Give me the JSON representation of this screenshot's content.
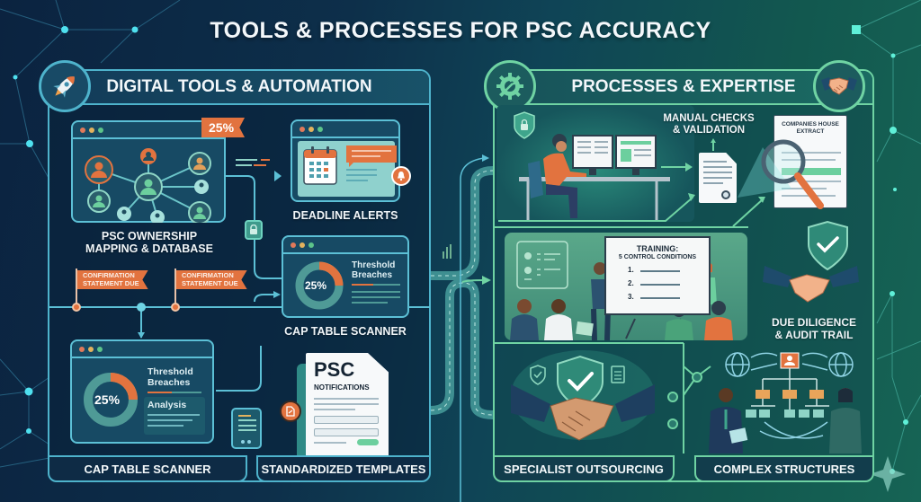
{
  "title": "TOOLS & PROCESSES FOR PSC ACCURACY",
  "colors": {
    "background_left": "#0b2340",
    "background_right": "#166455",
    "left_accent": "#4eb3cc",
    "right_accent": "#6fd3a3",
    "orange": "#e2733f"
  },
  "left_panel": {
    "heading": "DIGITAL TOOLS & AUTOMATION",
    "icon": "rocket-icon",
    "ownership": {
      "percent_flag": "25%",
      "caption_line1": "PSC OWNERSHIP",
      "caption_line2": "MAPPING & DATABASE"
    },
    "deadline": {
      "caption": "DEADLINE ALERTS"
    },
    "flags": [
      {
        "line1": "CONFIRMATION",
        "line2": "STATEMENT DUE"
      },
      {
        "line1": "CONFIRMATION",
        "line2": "STATEMENT DUE"
      }
    ],
    "cap_table_top": {
      "percent": "25%",
      "label_line1": "Threshold",
      "label_line2": "Breaches",
      "caption": "CAP TABLE SCANNER"
    },
    "cap_table_bottom": {
      "percent": "25%",
      "label_line1": "Threshold",
      "label_line2": "Breaches",
      "analysis": "Analysis"
    },
    "templates": {
      "doc_title": "PSC",
      "doc_subtitle": "NOTIFICATIONS"
    },
    "footer": {
      "cap_table": "CAP TABLE SCANNER",
      "templates": "STANDARDIZED TEMPLATES"
    }
  },
  "right_panel": {
    "heading": "PROCESSES & EXPERTISE",
    "icon_left": "gear-wrench-icon",
    "icon_right": "handshake-icon",
    "manual": {
      "caption_line1": "MANUAL CHECKS",
      "caption_line2": "& VALIDATION",
      "extract_line1": "COMPANIES HOUSE",
      "extract_line2": "EXTRACT"
    },
    "training": {
      "title": "TRAINING:",
      "subtitle": "5 CONTROL CONDITIONS",
      "items": [
        "1.",
        "2.",
        "3."
      ]
    },
    "due_diligence": {
      "caption_line1": "DUE DILIGENCE",
      "caption_line2": "& AUDIT TRAIL"
    },
    "footer": {
      "outsourcing": "SPECIALIST OUTSOURCING",
      "complex": "COMPLEX STRUCTURES"
    }
  }
}
